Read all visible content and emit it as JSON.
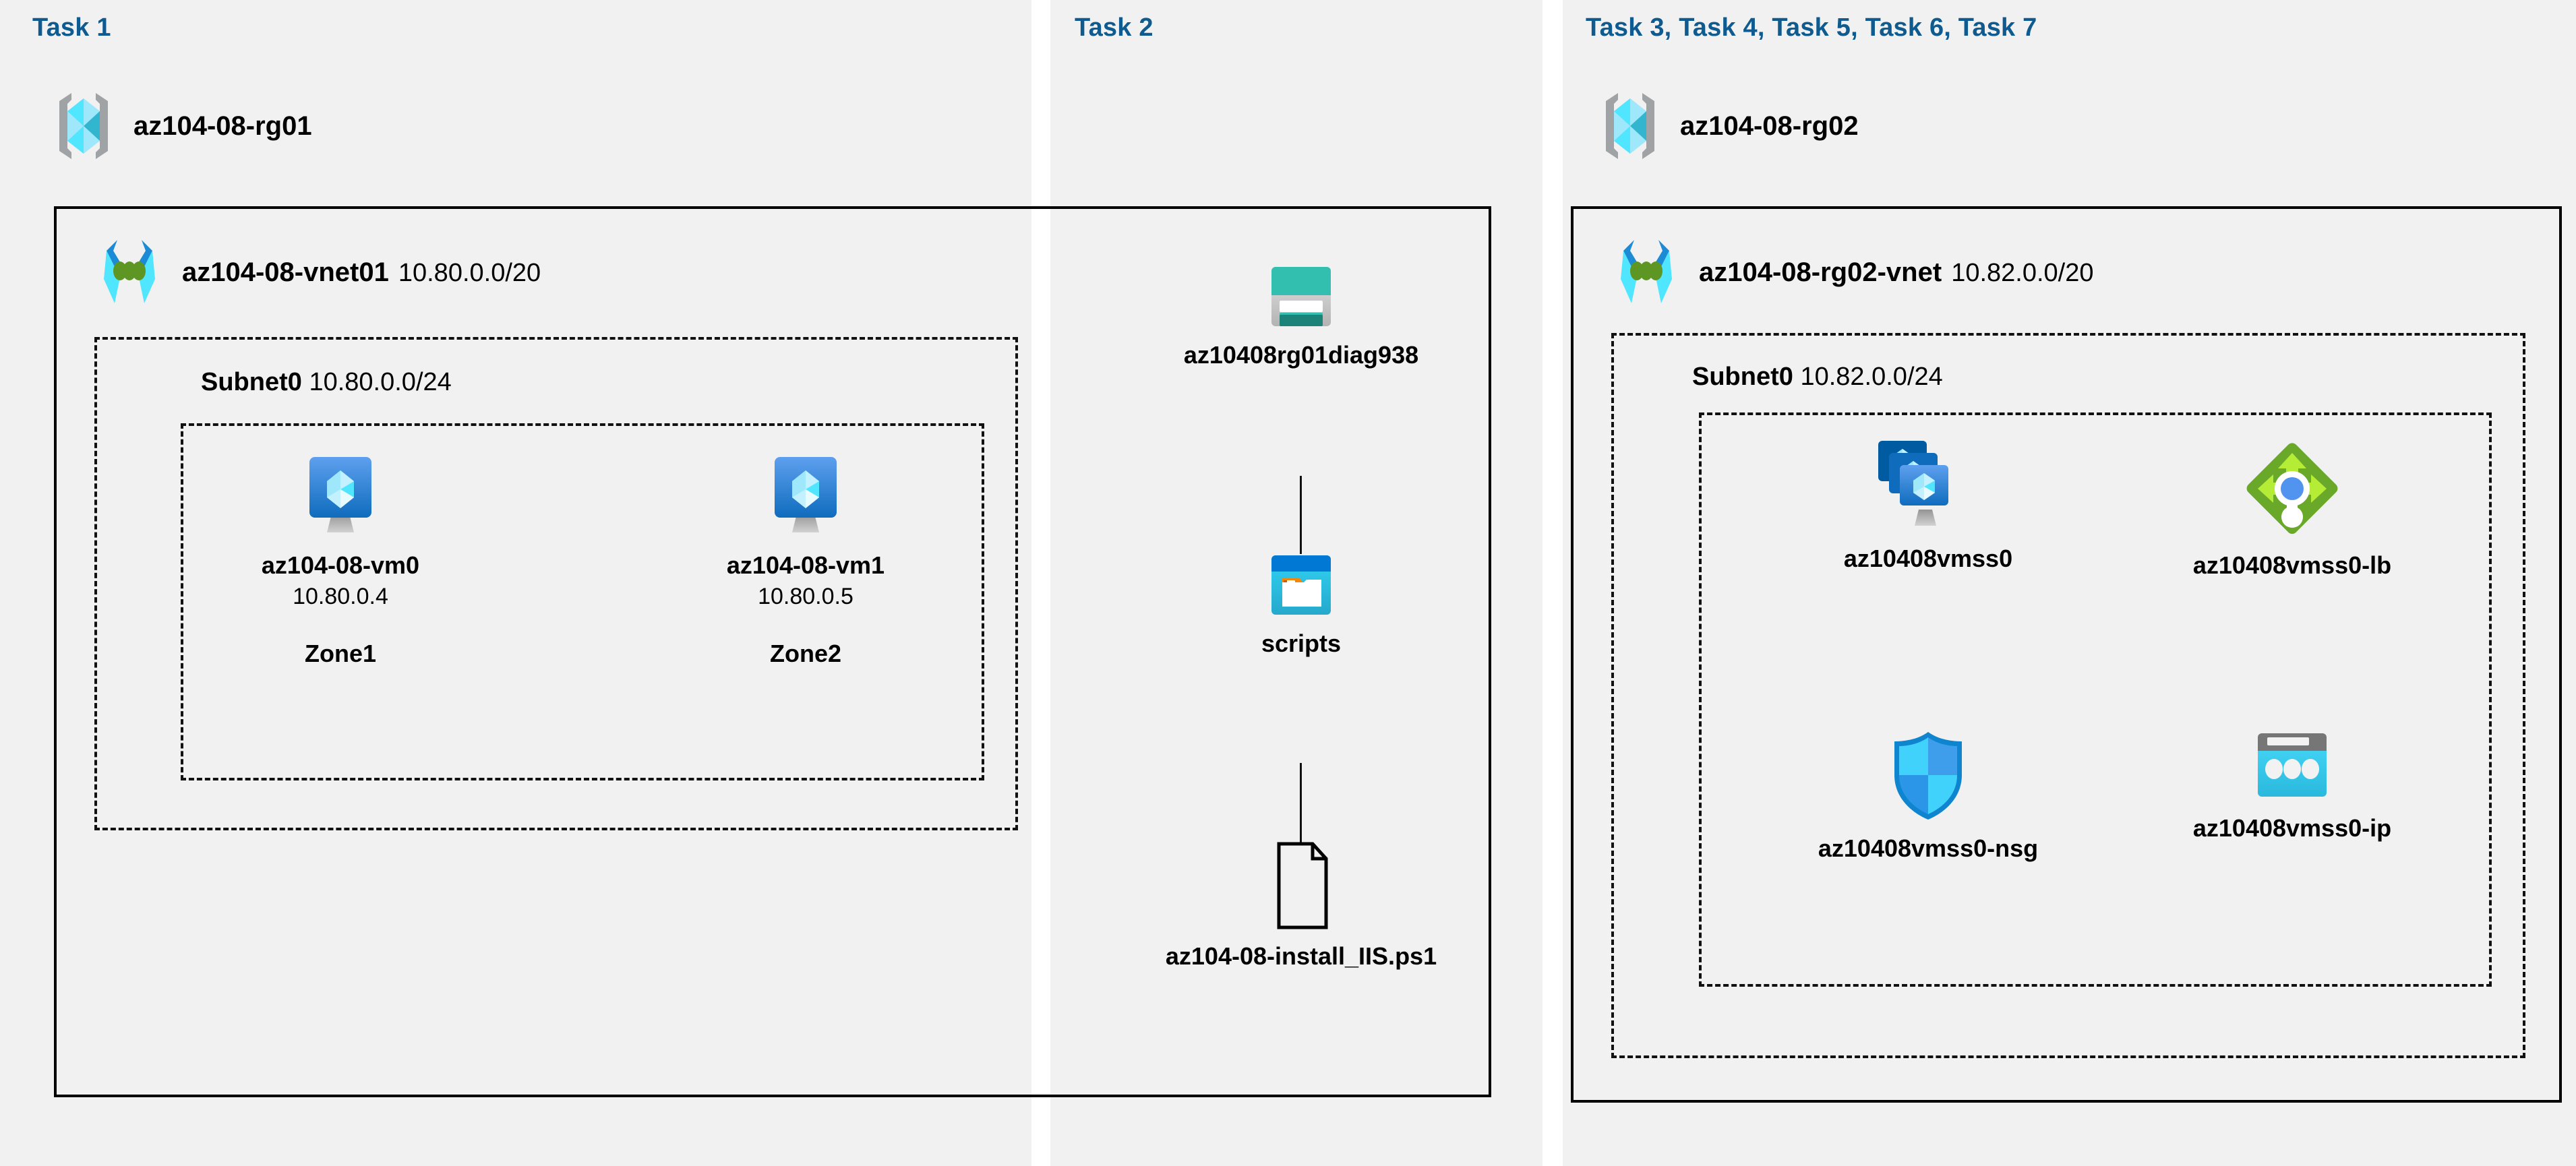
{
  "panels": [
    {
      "id": "task1",
      "title": "Task 1",
      "resource_group": {
        "label": "az104-08-rg01",
        "icon": "resource-group-icon"
      },
      "vnet": {
        "name": "az104-08-vnet01",
        "cidr": "10.80.0.0/20",
        "icon": "virtual-network-icon"
      },
      "subnet": {
        "name": "Subnet0",
        "cidr": "10.80.0.0/24"
      },
      "vms": [
        {
          "name": "az104-08-vm0",
          "ip": "10.80.0.4",
          "zone": "Zone1",
          "icon": "virtual-machine-icon"
        },
        {
          "name": "az104-08-vm1",
          "ip": "10.80.0.5",
          "zone": "Zone2",
          "icon": "virtual-machine-icon"
        }
      ]
    },
    {
      "id": "task2",
      "title": "Task 2",
      "items": [
        {
          "name": "az10408rg01diag938",
          "icon": "storage-account-icon"
        },
        {
          "name": "scripts",
          "icon": "blob-container-icon"
        },
        {
          "name": "az104-08-install_IIS.ps1",
          "icon": "file-icon"
        }
      ]
    },
    {
      "id": "task3to7",
      "title": "Task 3, Task 4, Task 5, Task 6, Task 7",
      "resource_group": {
        "label": "az104-08-rg02",
        "icon": "resource-group-icon"
      },
      "vnet": {
        "name": "az104-08-rg02-vnet",
        "cidr": "10.82.0.0/20",
        "icon": "virtual-network-icon"
      },
      "subnet": {
        "name": "Subnet0",
        "cidr": "10.82.0.0/24"
      },
      "resources": [
        {
          "name": "az10408vmss0",
          "icon": "vm-scale-set-icon"
        },
        {
          "name": "az10408vmss0-lb",
          "icon": "load-balancer-icon"
        },
        {
          "name": "az10408vmss0-nsg",
          "icon": "network-security-group-icon"
        },
        {
          "name": "az10408vmss0-ip",
          "icon": "public-ip-address-icon"
        }
      ]
    }
  ],
  "colors": {
    "task_title": "#0f5a8e",
    "panel_background": "#f1f1f1",
    "page_background": "#ffffff",
    "border": "#000000",
    "azure_blue": "#0078d4",
    "azure_cyan": "#32bedd",
    "storage_teal": "#32bfb0",
    "lb_green": "#76bc2d",
    "nsg_cyan": "#37c6f4"
  }
}
